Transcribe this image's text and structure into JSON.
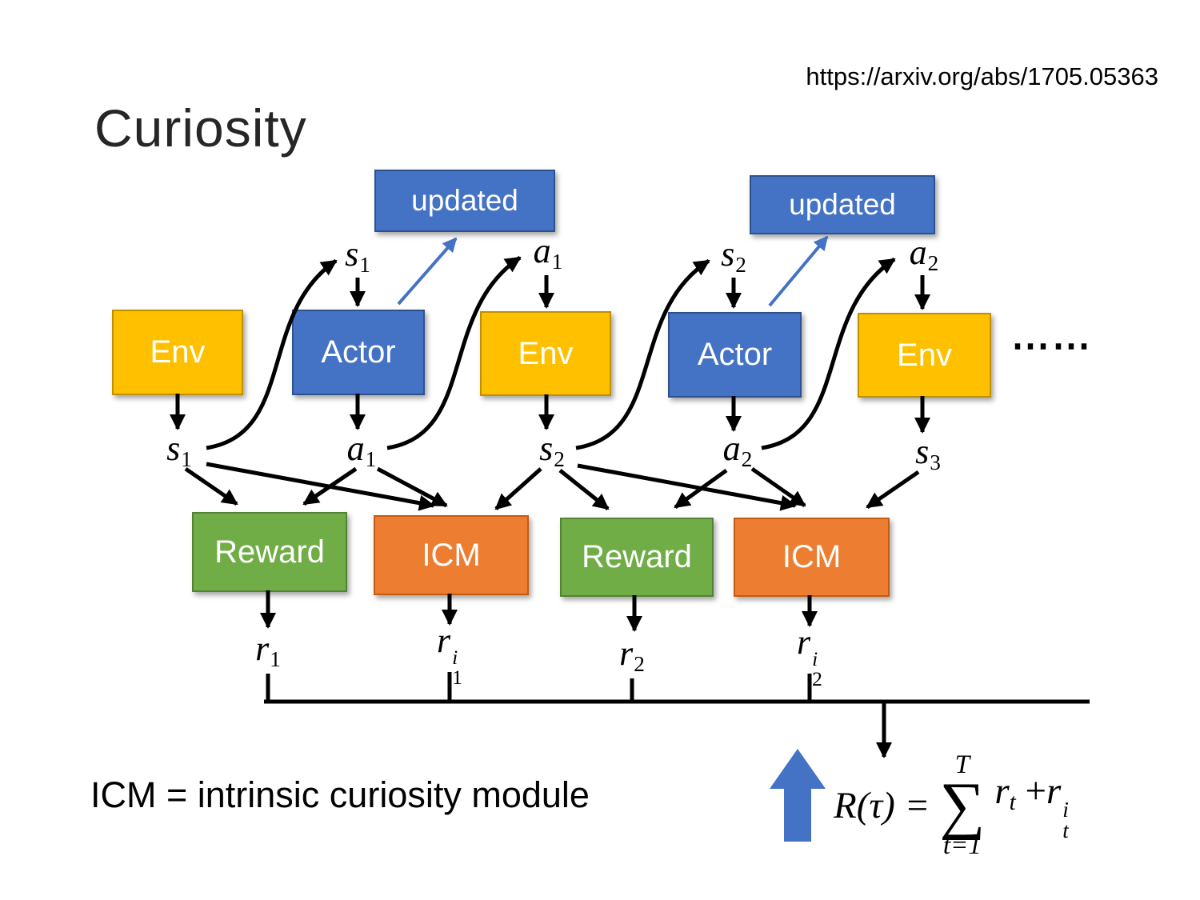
{
  "header": {
    "url": "https://arxiv.org/abs/1705.05363",
    "title": "Curiosity"
  },
  "boxes": {
    "updated_1": "updated",
    "updated_2": "updated",
    "env_1": "Env",
    "actor_1": "Actor",
    "env_2": "Env",
    "actor_2": "Actor",
    "env_3": "Env",
    "reward_1": "Reward",
    "icm_1": "ICM",
    "reward_2": "Reward",
    "icm_2": "ICM",
    "ellipsis": "⋯⋯"
  },
  "labels": {
    "s1_top": {
      "base": "s",
      "sub": "1"
    },
    "a1_top": {
      "base": "a",
      "sub": "1"
    },
    "s2_top": {
      "base": "s",
      "sub": "2"
    },
    "a2_top": {
      "base": "a",
      "sub": "2"
    },
    "s1": {
      "base": "s",
      "sub": "1"
    },
    "a1": {
      "base": "a",
      "sub": "1"
    },
    "s2": {
      "base": "s",
      "sub": "2"
    },
    "a2": {
      "base": "a",
      "sub": "2"
    },
    "s3": {
      "base": "s",
      "sub": "3"
    },
    "r1": {
      "base": "r",
      "sub": "1"
    },
    "r1i": {
      "base": "r",
      "sub": "1",
      "sup": "i"
    },
    "r2": {
      "base": "r",
      "sub": "2"
    },
    "r2i": {
      "base": "r",
      "sub": "2",
      "sup": "i"
    }
  },
  "formula": {
    "lhs": "R(τ) =",
    "sum_top": "T",
    "sum_symbol": "∑",
    "sum_bottom": "t=1",
    "term1_base": "r",
    "term1_sub": "t",
    "plus": "+",
    "term2_base": "r",
    "term2_sub": "t",
    "term2_sup": "i"
  },
  "footer": {
    "definition": "ICM = intrinsic curiosity module"
  },
  "colors": {
    "accent_blue": "#4472C4",
    "env_yellow": "#FFC000",
    "reward_green": "#70AD47",
    "icm_orange": "#ED7D31"
  }
}
